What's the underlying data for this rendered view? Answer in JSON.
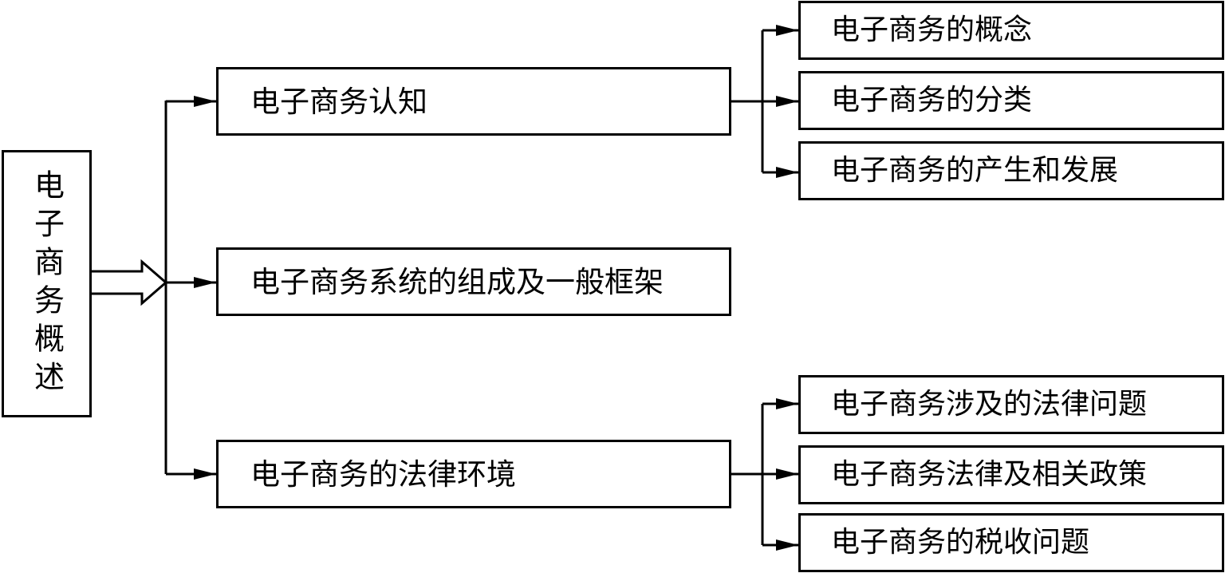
{
  "root": {
    "label": "电子商务概述"
  },
  "branches": [
    {
      "label": "电子商务认知",
      "children": [
        "电子商务的概念",
        "电子商务的分类",
        "电子商务的产生和发展"
      ]
    },
    {
      "label": "电子商务系统的组成及一般框架",
      "children": []
    },
    {
      "label": "电子商务的法律环境",
      "children": [
        "电子商务涉及的法律问题",
        "电子商务法律及相关政策",
        "电子商务的税收问题"
      ]
    }
  ]
}
